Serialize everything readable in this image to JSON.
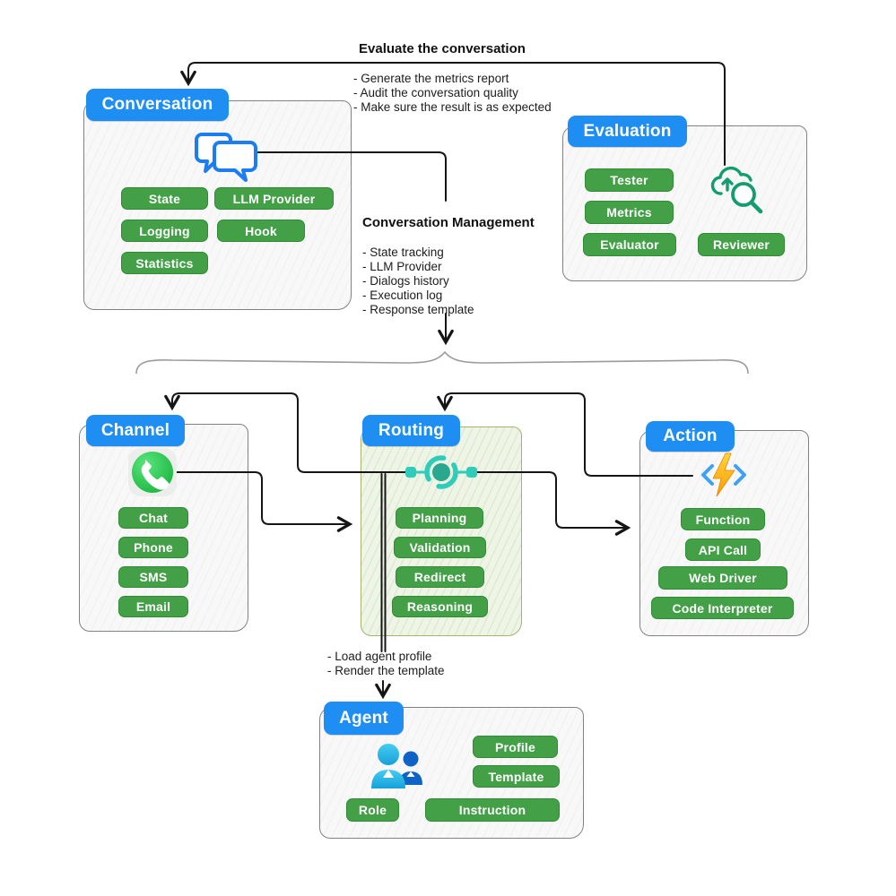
{
  "notes": {
    "evaluate": {
      "title": "Evaluate the conversation",
      "items": [
        "- Generate the metrics report",
        "- Audit the conversation quality",
        "- Make sure the result is as expected"
      ]
    },
    "management": {
      "title": "Conversation Management",
      "items": [
        "- State tracking",
        "- LLM Provider",
        "- Dialogs history",
        "- Execution log",
        "- Response template"
      ]
    },
    "agent": {
      "items": [
        "- Load agent profile",
        "- Render the template"
      ]
    }
  },
  "boxes": {
    "conversation": {
      "title": "Conversation",
      "icon": "chat-bubbles-icon",
      "pills": [
        "State",
        "LLM Provider",
        "Logging",
        "Hook",
        "Statistics"
      ]
    },
    "evaluation": {
      "title": "Evaluation",
      "icon": "cloud-search-icon",
      "pills": [
        "Tester",
        "Metrics",
        "Evaluator",
        "Reviewer"
      ]
    },
    "channel": {
      "title": "Channel",
      "icon": "whatsapp-icon",
      "pills": [
        "Chat",
        "Phone",
        "SMS",
        "Email"
      ]
    },
    "routing": {
      "title": "Routing",
      "icon": "load-balancer-icon",
      "pills": [
        "Planning",
        "Validation",
        "Redirect",
        "Reasoning"
      ]
    },
    "action": {
      "title": "Action",
      "icon": "azure-functions-icon",
      "pills": [
        "Function",
        "API Call",
        "Web Driver",
        "Code Interpreter"
      ]
    },
    "agent": {
      "title": "Agent",
      "icon": "users-icon",
      "pills": [
        "Profile",
        "Template",
        "Role",
        "Instruction"
      ]
    }
  },
  "colors": {
    "header_blue": "#1e8ef2",
    "pill_green": "#43a047",
    "routing_panel_fill": "#eef5e7",
    "routing_panel_border": "#a9b16c",
    "whatsapp_green": "#25d366",
    "hub_teal": "#2fcdb9",
    "evaluation_icon_green": "#139c70",
    "bolt_orange": "#fd9a00",
    "bracket_blue": "#3ea2f2",
    "person_light_blue": "#2ebde8",
    "person_dark_blue": "#1063c6",
    "connector_black": "#151515",
    "brace_gray": "#9b9b9b"
  }
}
